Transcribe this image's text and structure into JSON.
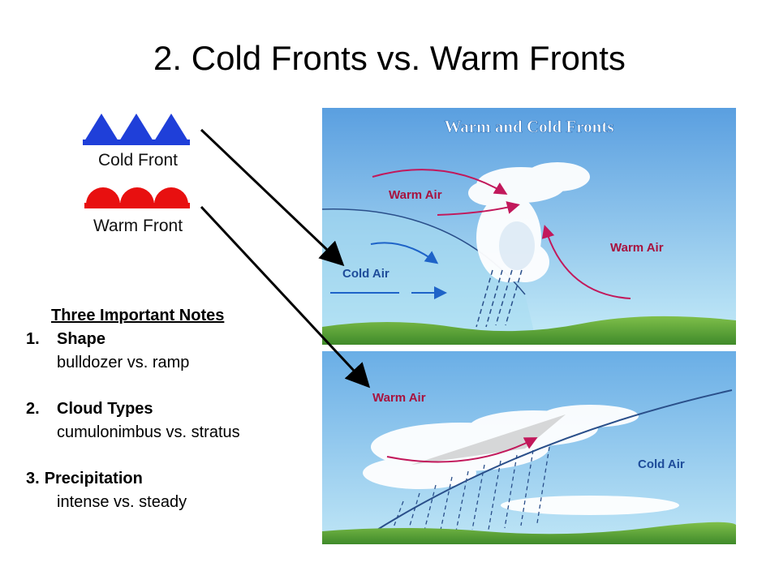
{
  "title": "2. Cold Fronts vs. Warm Fronts",
  "legend": {
    "cold_front": {
      "label": "Cold Front",
      "color": "#1f3fd9"
    },
    "warm_front": {
      "label": "Warm Front",
      "color": "#e81010"
    }
  },
  "notes": {
    "heading": "Three Important Notes",
    "items": [
      {
        "number": "1.",
        "title": "Shape",
        "description": "bulldozer vs. ramp"
      },
      {
        "number": "2.",
        "title": "Cloud Types",
        "description": "cumulonimbus vs. stratus"
      },
      {
        "number": "3.",
        "title": "Precipitation",
        "description": "intense vs. steady"
      }
    ]
  },
  "diagram": {
    "title": "Warm and Cold Fronts",
    "top_panel": {
      "warm_air_left": "Warm Air",
      "warm_air_right": "Warm Air",
      "cold_air": "Cold Air"
    },
    "bottom_panel": {
      "warm_air": "Warm Air",
      "cold_air": "Cold Air"
    }
  }
}
